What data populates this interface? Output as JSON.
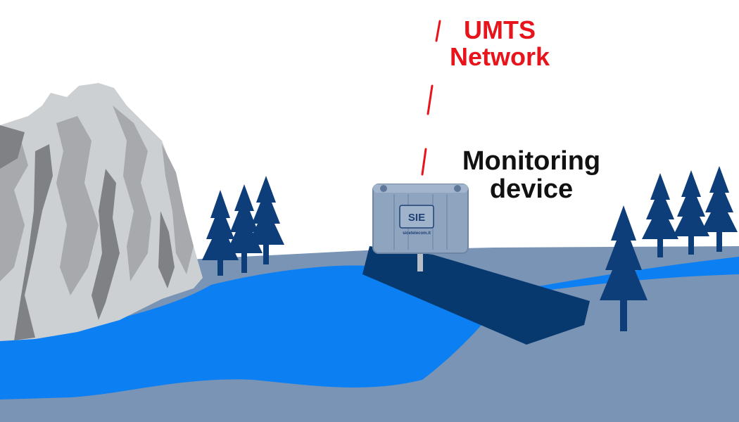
{
  "labels": {
    "network_line1": "UMTS",
    "network_line2": "Network",
    "device_line1": "Monitoring",
    "device_line2": "device"
  },
  "device": {
    "logo_text": "SIE",
    "brand_url": "sicetelecom.it"
  },
  "colors": {
    "network_text": "#e8141c",
    "device_text": "#111111",
    "signal_dash": "#e8141c",
    "water": "#0c7ff2",
    "ground": "#7a94b5",
    "bank_dark": "#07396f",
    "tree": "#0d3e79",
    "rock_light": "#cdd0d3",
    "rock_mid": "#a7a9ac",
    "rock_dark": "#808184",
    "device_body": "#8fa4bf"
  },
  "icons": {
    "mountain": "rock-cliff-icon",
    "tree": "pine-tree-icon",
    "device": "monitoring-box-icon",
    "signal": "signal-wave-icon"
  }
}
